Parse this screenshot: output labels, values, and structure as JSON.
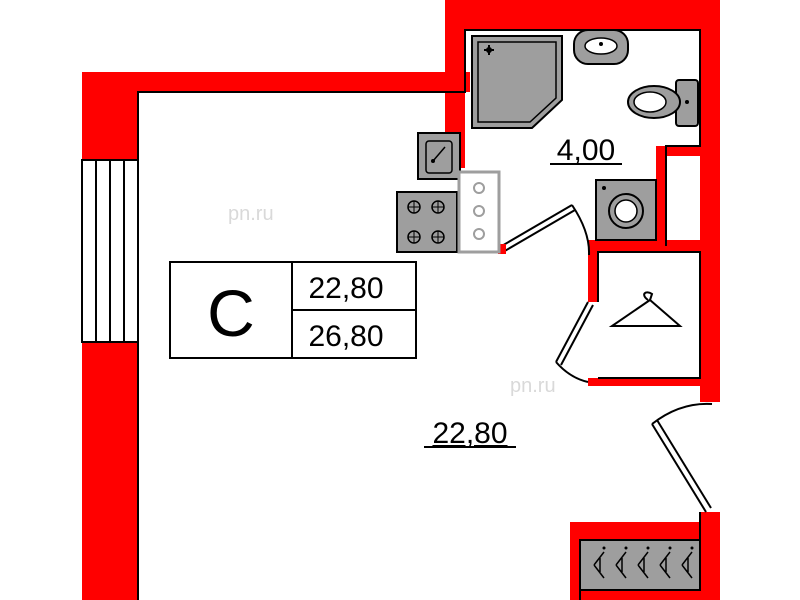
{
  "plan": {
    "watermark": "pn.ru",
    "unit_type": "С",
    "living_area": "22,80",
    "total_area": "26,80",
    "room_main_area": "22,80",
    "room_bath_area": "4,00",
    "wall_color": "#ff0000",
    "fixture_fill": "#9e9e9e"
  }
}
